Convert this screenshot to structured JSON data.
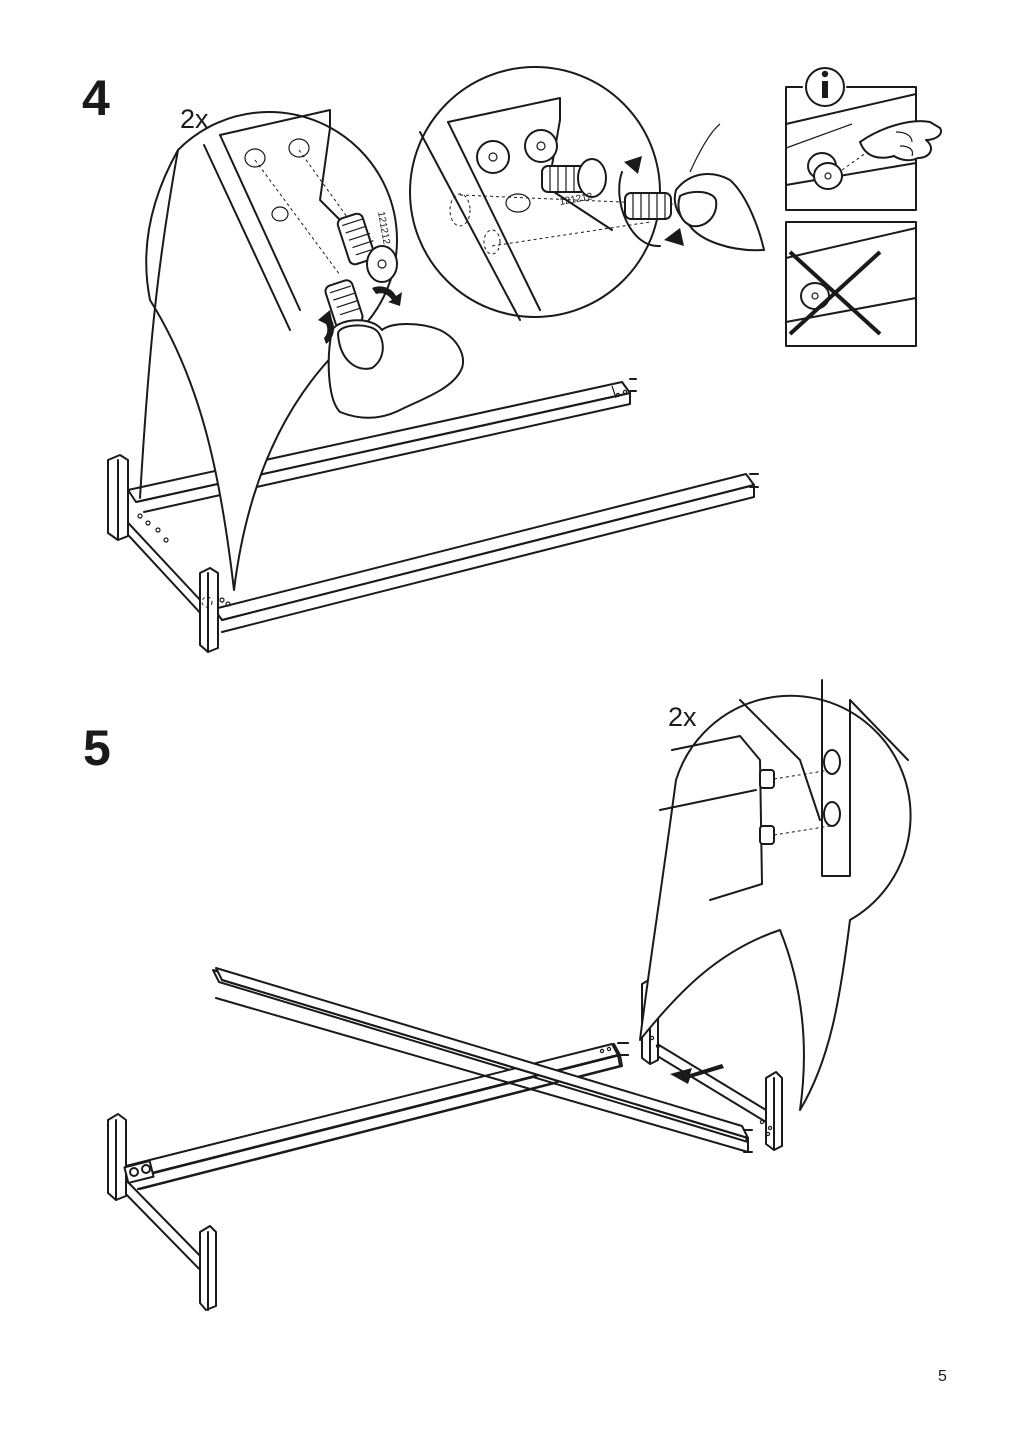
{
  "steps": [
    {
      "number": "4",
      "quantity": "2x",
      "screw_code": "121212",
      "info_symbol": "i"
    },
    {
      "number": "5",
      "quantity": "2x"
    }
  ],
  "page_number": "5",
  "icons": {
    "info": "info-icon",
    "wrong": "cross-icon",
    "hand": "hand-icon",
    "rotate": "rotate-arrow-icon",
    "push": "push-arrow-icon"
  }
}
